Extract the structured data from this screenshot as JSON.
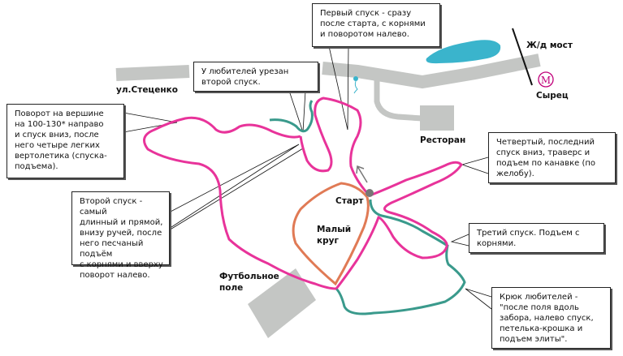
{
  "labels": {
    "street": "ул.Стеценко",
    "rail_bridge": "Ж/д мост",
    "metro_letter": "M",
    "metro_station": "Сырец",
    "restaurant": "Ресторан",
    "start": "Старт",
    "small_loop": "Малый\nкруг",
    "football_field": "Футбольное\nполе"
  },
  "callouts": {
    "summit_turn": "Поворот на вершине\nна 100-130* направо\nи спуск вниз, после\nнего четыре легких\nвертолетика (спуска-\nподъема).",
    "amateurs_cut": "У любителей урезан\nвторой спуск.",
    "first_descent": "Первый спуск - сразу\nпосле старта, с корнями\nи поворотом налево.",
    "fourth_descent": "Четвертый, последний\nспуск вниз, траверс и\nподъем по канавке (по\nжелобу).",
    "second_descent": "Второй спуск - самый\nдлинный и прямой,\nвнизу ручей, после\nнего песчаный подъём\nс корнями и вверху\nповорот налево.",
    "third_descent": "Третий спуск. Подъем с\nкорнями.",
    "amateur_hook": "Крюк любителей  -\n\"после поля вдоль\nзабора, налево спуск,\nпетелька-крошка и\nподъем элиты\"."
  },
  "colors": {
    "elite_track": "#e8339a",
    "amateur_track": "#3a9a8c",
    "small_loop": "#e07a55",
    "road": "#c4c6c4",
    "water": "#3ab4cc",
    "metro": "#c0007a"
  }
}
